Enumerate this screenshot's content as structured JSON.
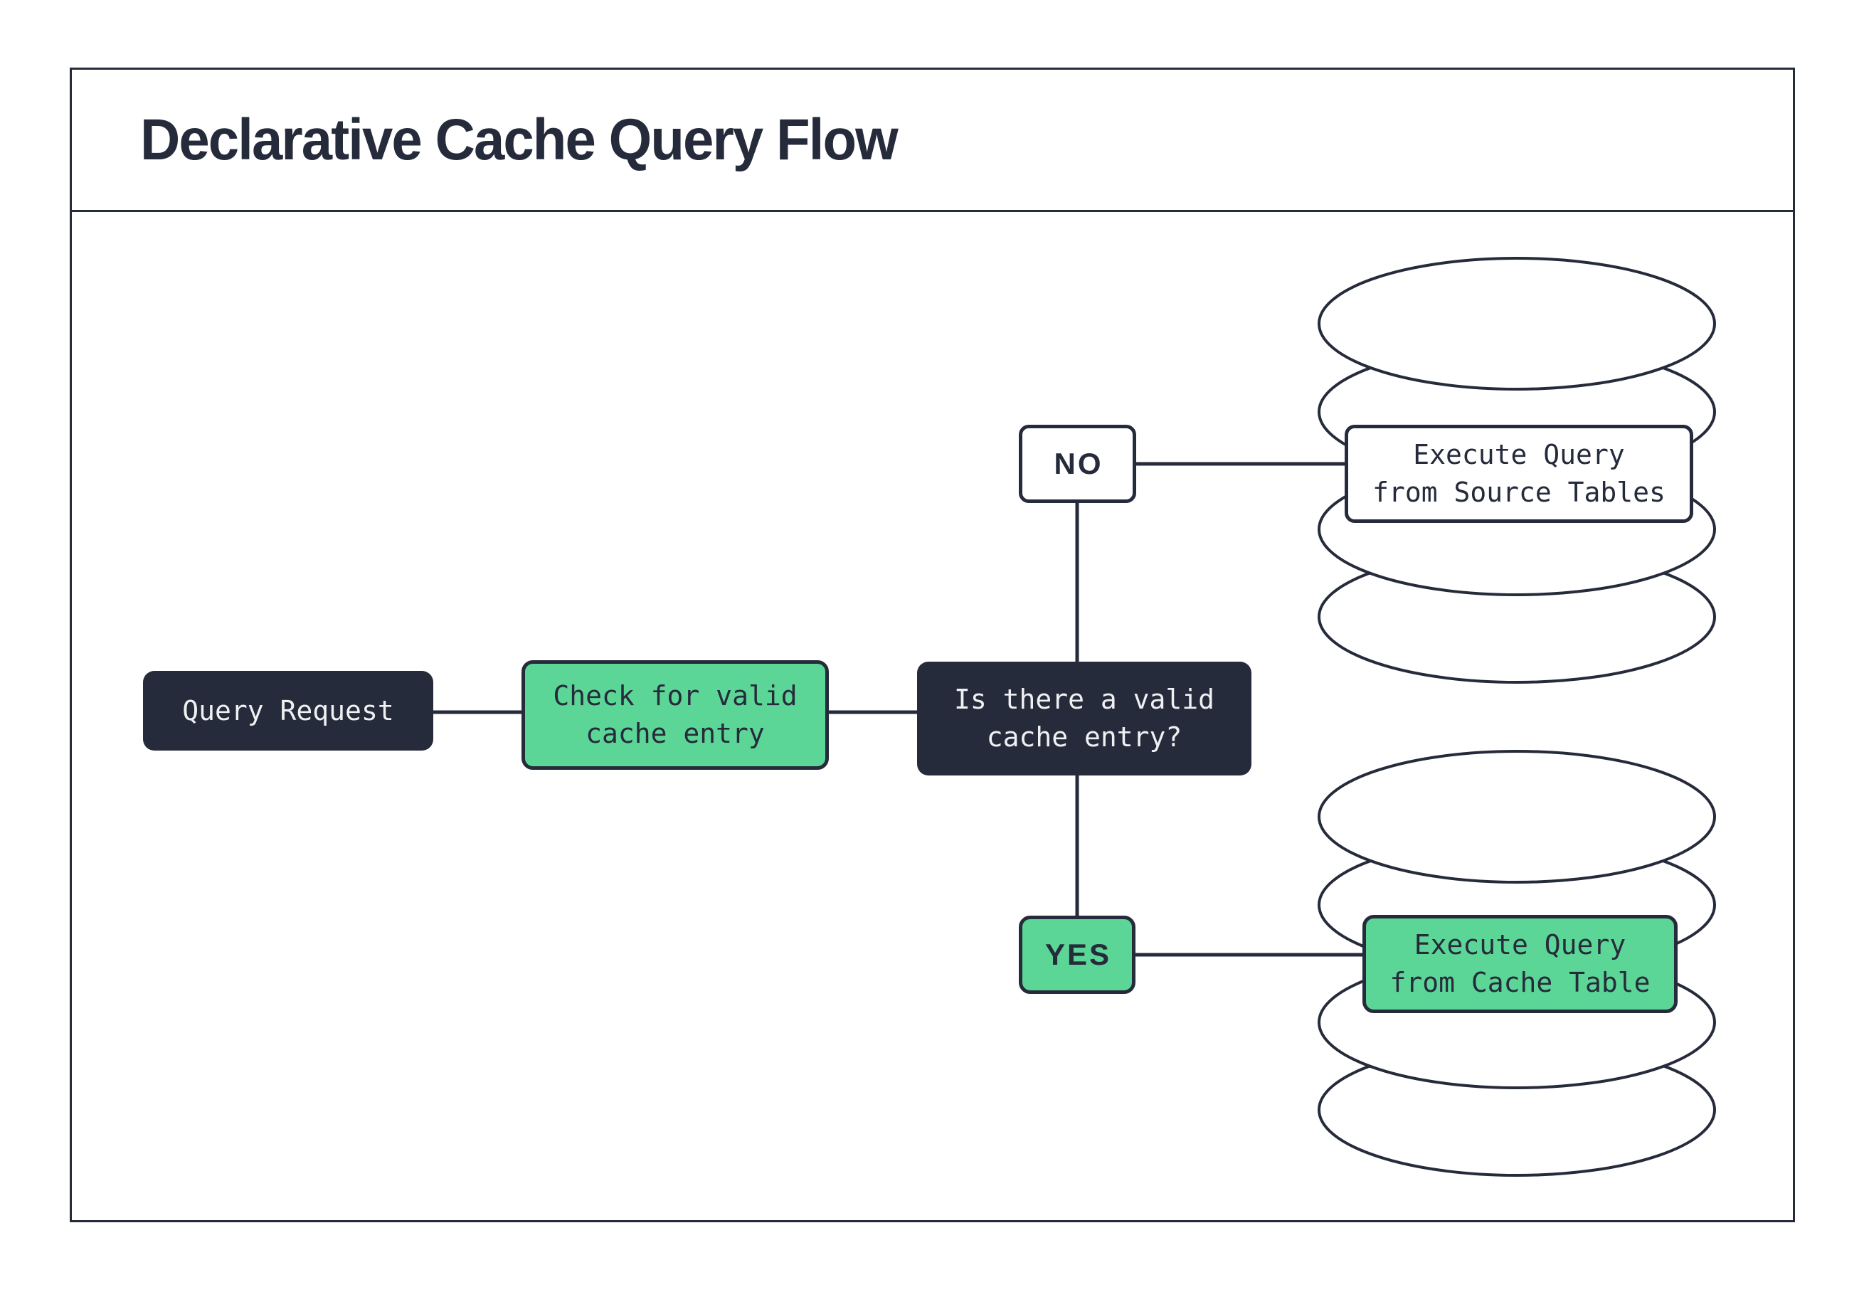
{
  "title": "Declarative Cache Query Flow",
  "colors": {
    "dark": "#262B3B",
    "green": "#5CD696",
    "light_text": "#EEF0F2",
    "background": "#FFFFFF"
  },
  "flow": {
    "query_request": "Query Request",
    "check_cache": "Check for valid\ncache entry",
    "decision": "Is there a valid\ncache entry?",
    "no_label": "NO",
    "yes_label": "YES",
    "source_db_action": "Execute Query\nfrom Source Tables",
    "cache_db_action": "Execute Query\nfrom Cache Table"
  },
  "edges": [
    {
      "from": "Query Request",
      "to": "Check for valid cache entry"
    },
    {
      "from": "Check for valid cache entry",
      "to": "Is there a valid cache entry?"
    },
    {
      "from": "Is there a valid cache entry?",
      "to": "Execute Query from Source Tables",
      "label": "NO"
    },
    {
      "from": "Is there a valid cache entry?",
      "to": "Execute Query from Cache Table",
      "label": "YES"
    }
  ]
}
